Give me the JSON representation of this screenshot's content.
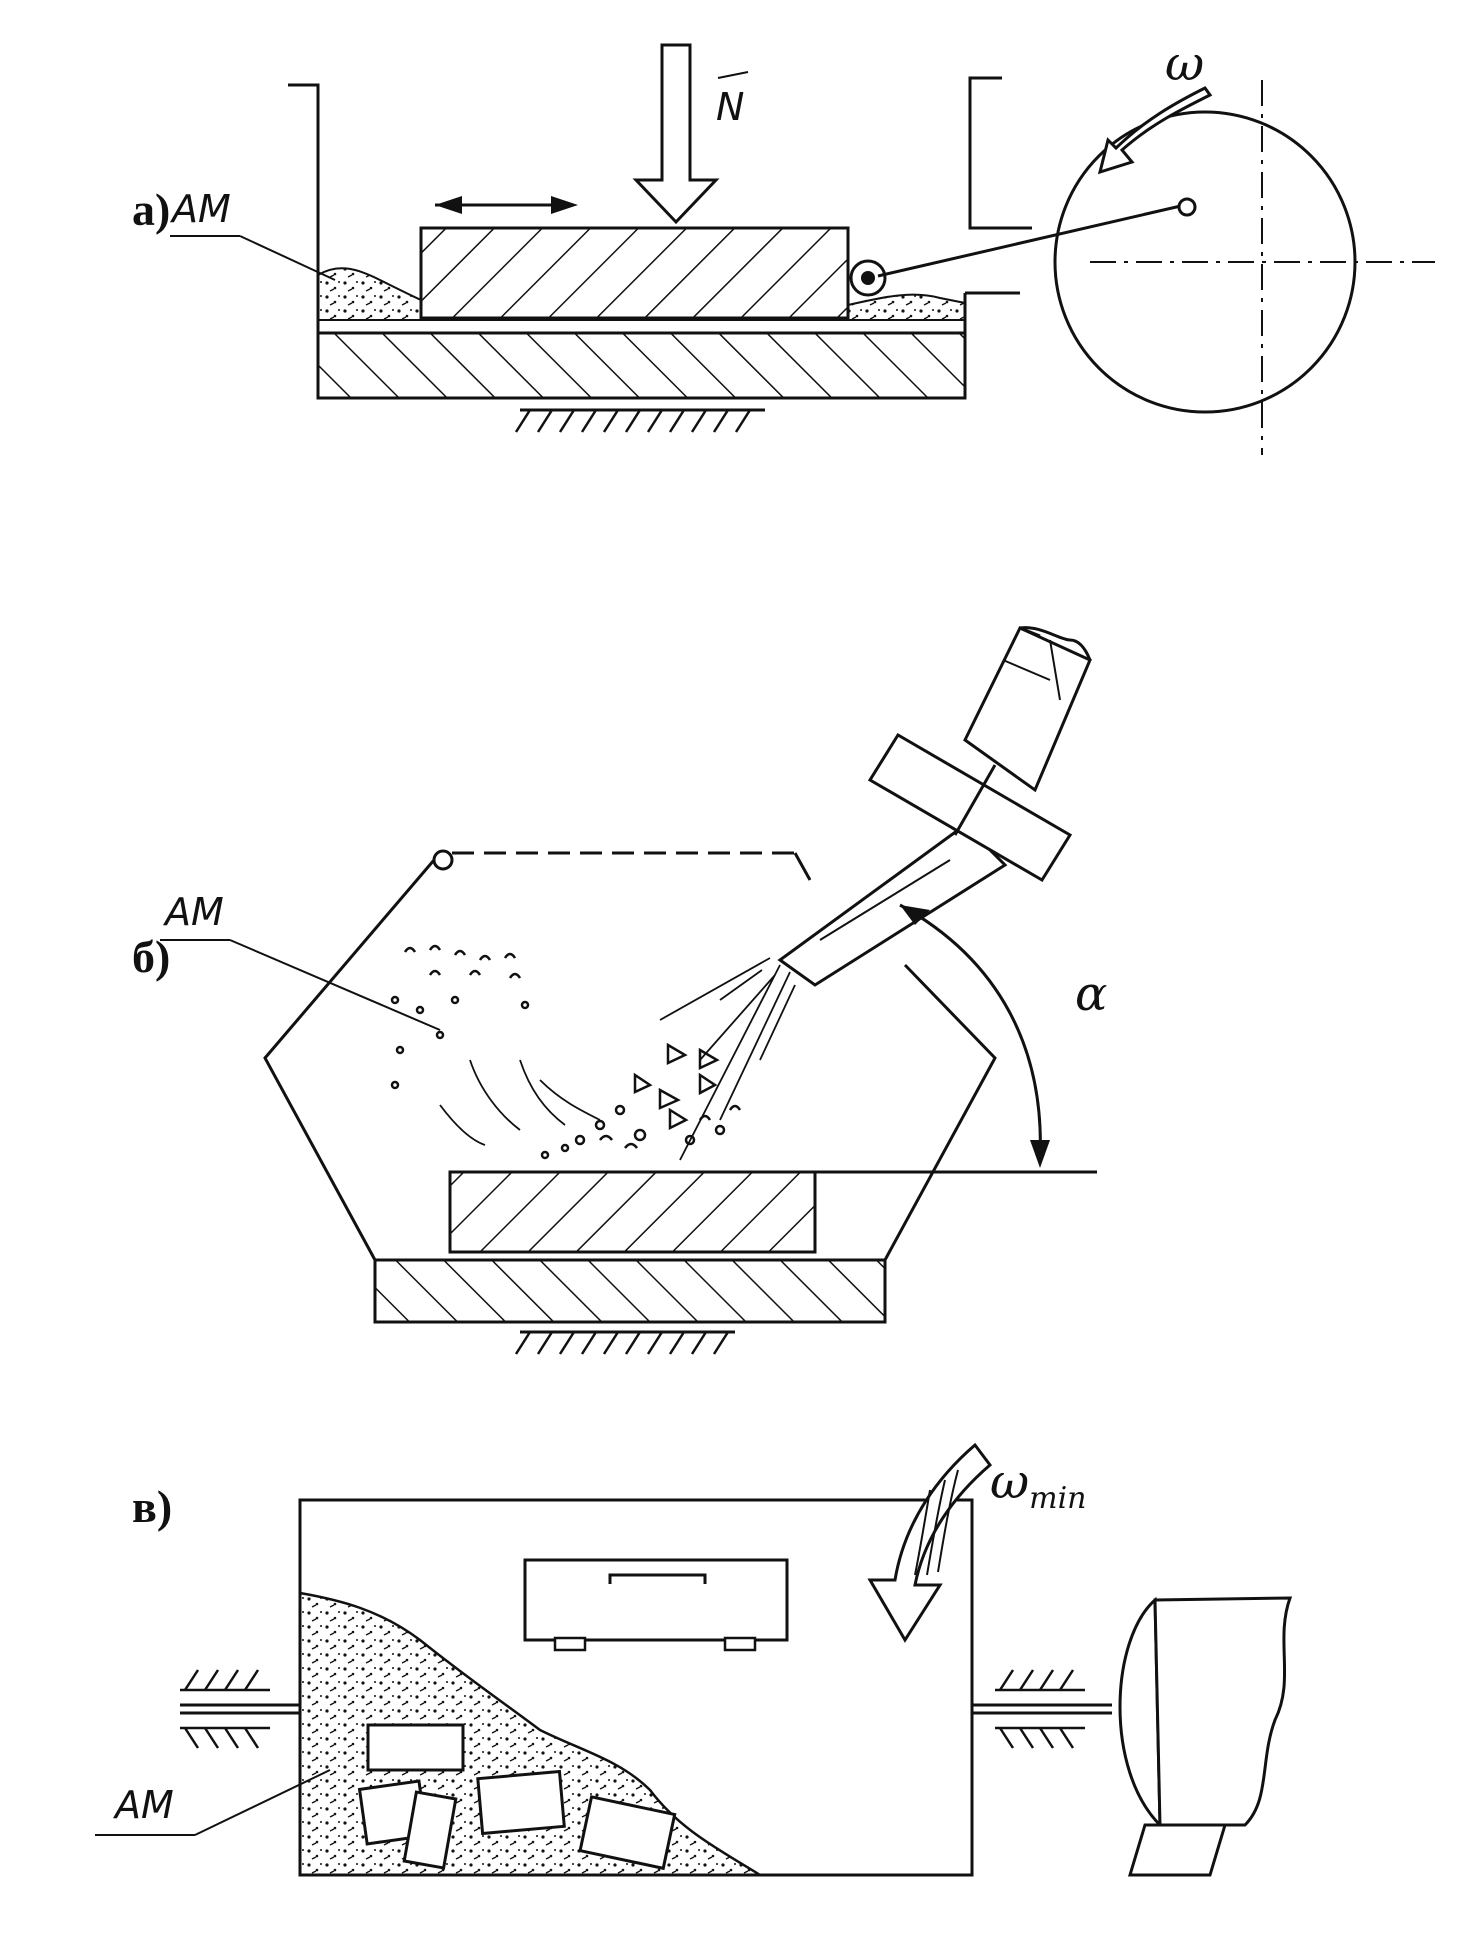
{
  "panels": [
    {
      "id": "a",
      "label": "а)",
      "material_label": "АМ",
      "force_label": "N",
      "rotation_label": "ω"
    },
    {
      "id": "b",
      "label": "б)",
      "material_label": "АМ",
      "angle_label": "α"
    },
    {
      "id": "c",
      "label": "в)",
      "material_label": "АМ",
      "rotation_label": "ω",
      "rotation_subscript": "min"
    }
  ]
}
